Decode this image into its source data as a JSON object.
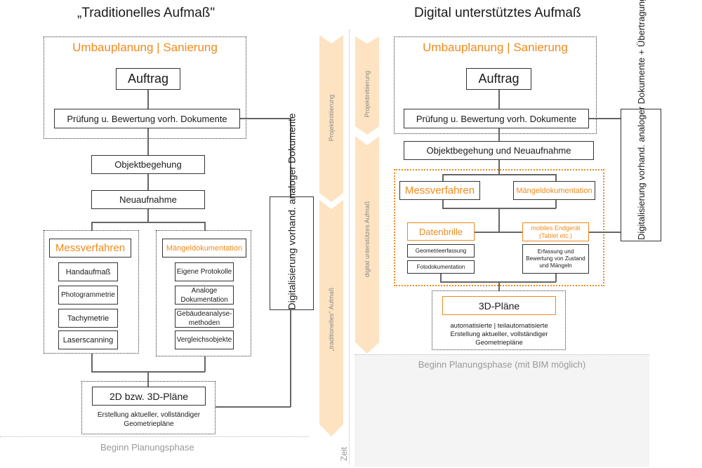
{
  "left": {
    "title": "„Traditionelles Aufmaß\"",
    "group_title": "Umbauplanung | Sanierung",
    "auftrag": "Auftrag",
    "pruefung": "Prüfung u. Bewertung vorh. Dokumente",
    "objektbegehung": "Objektbegehung",
    "neuaufnahme": "Neuaufnahme",
    "messverfahren": {
      "title": "Messverfahren",
      "items": [
        "Handaufmaß",
        "Photogrammetrie",
        "Tachymetrie",
        "Laserscanning"
      ]
    },
    "maengel": {
      "title": "Mängeldokumentation",
      "items": [
        "Eigene Protokolle",
        "Analoge Dokumentation",
        "Gebäudeanalyse-methoden",
        "Vergleichsobjekte"
      ]
    },
    "plaene": "2D bzw. 3D-Pläne",
    "plaene_desc": "Erstellung aktueller, vollständiger Geometriepläne",
    "digitalisierung": "Digitalisierung vorhand. analoger Dokumente",
    "beginn": "Beginn Planungsphase"
  },
  "timeline": {
    "left_phases": [
      "Projektinitiierung",
      "„traditionelles\" Aufmaß"
    ],
    "right_phases": [
      "Projektinitiierung",
      "digital unterstützes Aufmaß"
    ],
    "axis_label": "Zeit"
  },
  "right": {
    "title": "Digital unterstütztes Aufmaß",
    "group_title": "Umbauplanung | Sanierung",
    "auftrag": "Auftrag",
    "pruefung": "Prüfung u. Bewertung vorh. Dokumente",
    "objektbegehung": "Objektbegehung und Neuaufnahme",
    "messverfahren": "Messverfahren",
    "maengel": "Mängeldokumentation",
    "datenbrille": "Datenbrille",
    "datenbrille_items": [
      "Geometrieerfassung",
      "Fotodokumentation"
    ],
    "mobil": "mobiles Endgerät (Tablet etc.)",
    "mobil_desc": "Erfassung und Bewertung von Zustand und Mängeln",
    "plaene": "3D-Pläne",
    "plaene_desc": "automatisierte | teilautomatisierte Erstellung aktueller, vollständiger Geometriepläne",
    "digitalisierung": "Digitalisierung vorhand. analoger Dokumente + Übertragung ins System",
    "beginn": "Beginn Planungsphase (mit BIM möglich)"
  },
  "colors": {
    "accent": "#f08a1c",
    "phase": "#fde3c2",
    "bim_area": "#f4f4f4"
  }
}
